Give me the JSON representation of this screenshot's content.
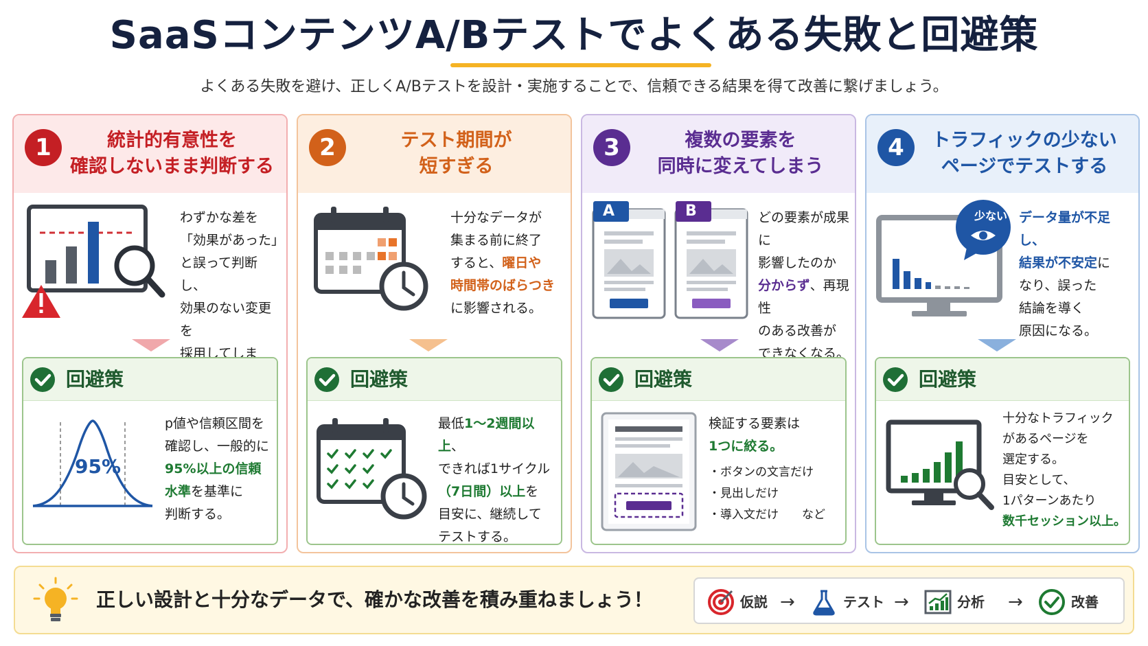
{
  "title": "SaaSコンテンツA/Bテストでよくある失敗と回避策",
  "subtitle": "よくある失敗を避け、正しくA/Bテストを設計・実施することで、信頼できる結果を得て改善に繋げましょう。",
  "colors": {
    "card1": "#c41f24",
    "card2": "#d2611a",
    "card3": "#5a2d91",
    "card4": "#1f56a5",
    "solution": "#1e7a32",
    "accent": "#f5b324"
  },
  "cards": [
    {
      "number": "1",
      "heading_line1": "統計的有意性を",
      "heading_line2": "確認しないまま判断する",
      "desc": [
        "わずかな差を",
        "「効果があった」",
        "と誤って判断し、",
        "効果のない変更を",
        "採用してしまう。"
      ],
      "solution_label": "回避策",
      "solution_desc_a": "p値や信頼区間を",
      "solution_desc_b": "確認し、一般的に",
      "solution_desc_c": "95%以上の信頼",
      "solution_desc_d": "水準",
      "solution_desc_e": "を基準に",
      "solution_desc_f": "判断する。",
      "curve_label": "95%",
      "icon": "bar-chart-with-magnifier-warning-icon"
    },
    {
      "number": "2",
      "heading_line1": "テスト期間が",
      "heading_line2": "短すぎる",
      "desc_a": "十分なデータが",
      "desc_b": "集まる前に終了",
      "desc_c": "すると、",
      "desc_d": "曜日や",
      "desc_e": "時間帯のばらつき",
      "desc_f": "に影響される。",
      "solution_label": "回避策",
      "solution_desc_a": "最低",
      "solution_desc_b": "1〜2週間以上",
      "solution_desc_c": "、",
      "solution_desc_d": "できれば1サイクル",
      "solution_desc_e": "（7日間）以上",
      "solution_desc_f": "を",
      "solution_desc_g": "目安に、継続して",
      "solution_desc_h": "テストする。",
      "icon": "calendar-clock-icon"
    },
    {
      "number": "3",
      "heading_line1": "複数の要素を",
      "heading_line2": "同時に変えてしまう",
      "variant_a": "A",
      "variant_b": "B",
      "desc_a": "どの要素が成果に",
      "desc_b": "影響したのか",
      "desc_c": "分からず",
      "desc_d": "、再現性",
      "desc_e": "のある改善が",
      "desc_f": "できなくなる。",
      "solution_label": "回避策",
      "solution_desc_a": "検証する要素は",
      "solution_desc_b": "1つに絞る。",
      "bullets": [
        "・ボタンの文言だけ",
        "・見出しだけ",
        "・導入文だけ　　など"
      ],
      "icon": "ab-page-variants-icon"
    },
    {
      "number": "4",
      "heading_line1": "トラフィックの少ない",
      "heading_line2": "ページでテストする",
      "bubble": "少ない",
      "desc_a": "データ量が不足し、",
      "desc_b": "結果が不安定",
      "desc_c": "に",
      "desc_d": "なり、誤った",
      "desc_e": "結論を導く",
      "desc_f": "原因になる。",
      "solution_label": "回避策",
      "solution_desc": [
        "十分なトラフィック",
        "があるページを",
        "選定する。",
        "目安として、",
        "1パターンあたり"
      ],
      "solution_desc_em": "数千セッション以上。",
      "icon": "monitor-low-traffic-icon"
    }
  ],
  "footer": {
    "text": "正しい設計と十分なデータで、確かな改善を積み重ねましょう！",
    "flow": [
      {
        "label": "仮説",
        "icon": "target-icon"
      },
      {
        "label": "テスト",
        "icon": "flask-icon"
      },
      {
        "label": "分析",
        "icon": "growth-chart-icon"
      },
      {
        "label": "改善",
        "icon": "check-circle-icon"
      }
    ],
    "arrow": "→"
  }
}
